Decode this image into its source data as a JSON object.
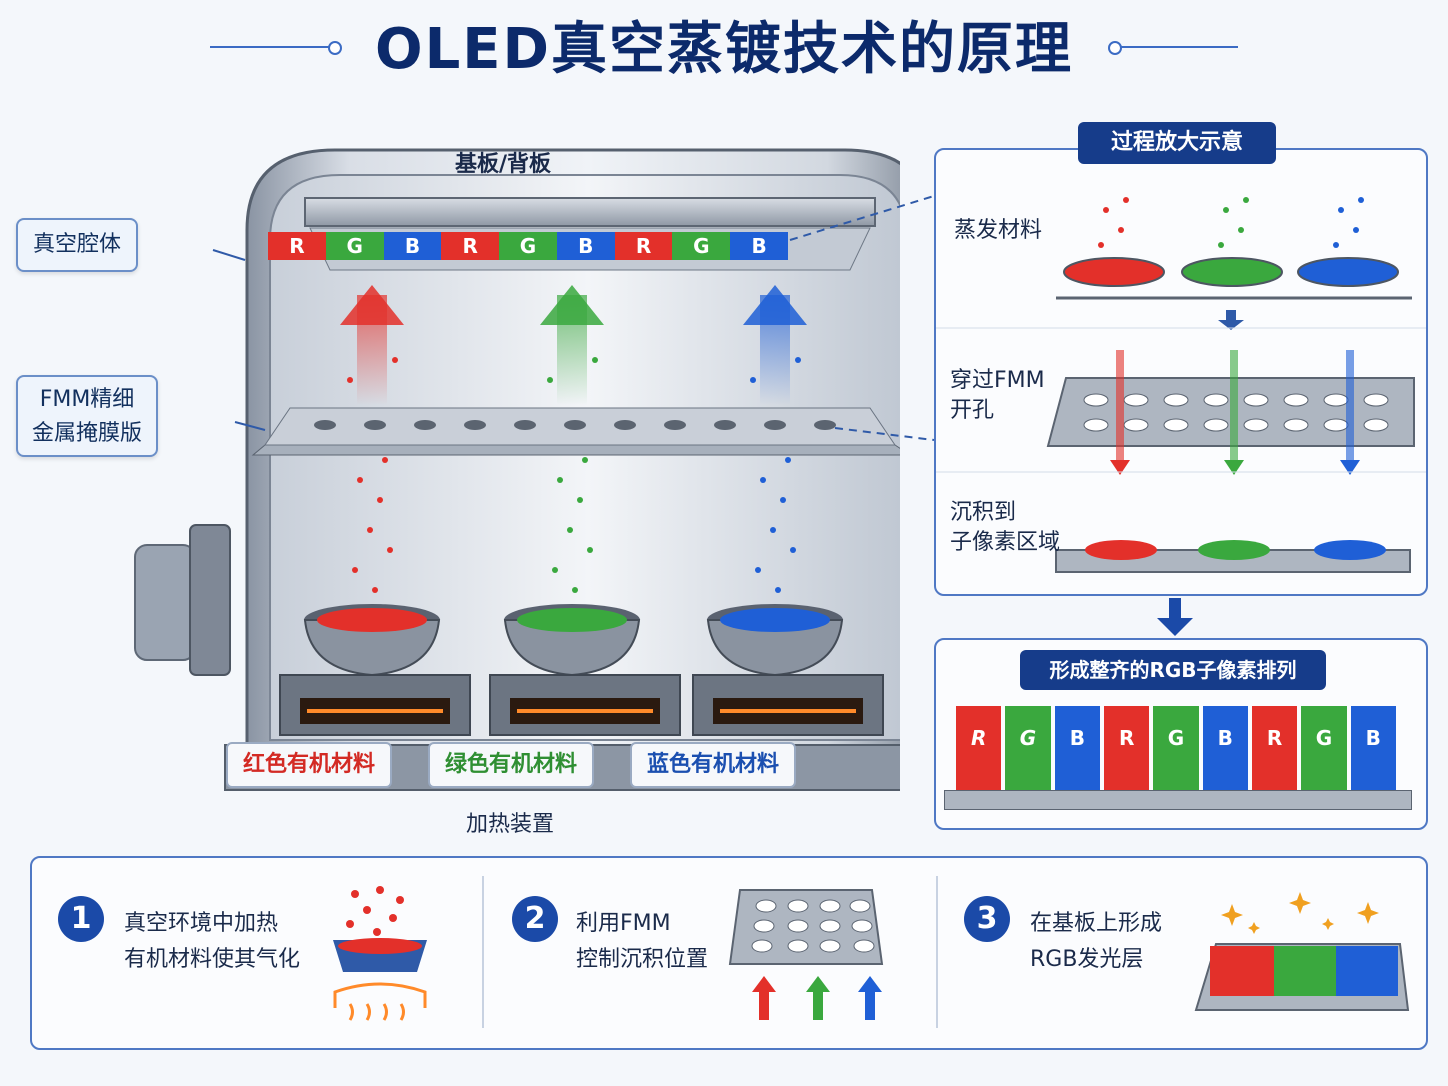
{
  "title": "OLED真空蒸镀技术的原理",
  "chamber": {
    "substrate_label": "基板/背板",
    "pixel_letters": [
      "R",
      "G",
      "B",
      "R",
      "G",
      "B",
      "R",
      "G",
      "B"
    ],
    "vacuum_label": "真空腔体",
    "fmm_label_line1": "FMM精细",
    "fmm_label_line2": "金属掩膜版",
    "materials": [
      "红色有机材料",
      "绿色有机材料",
      "蓝色有机材料"
    ],
    "heater_label": "加热装置"
  },
  "process_panel": {
    "title": "过程放大示意",
    "row1": "蒸发材料",
    "row2_line1": "穿过FMM",
    "row2_line2": "开孔",
    "row3_line1": "沉积到",
    "row3_line2": "子像素区域"
  },
  "result_panel": {
    "title": "形成整齐的RGB子像素排列",
    "letters": [
      "R",
      "G",
      "B",
      "R",
      "G",
      "B",
      "R",
      "G",
      "B"
    ]
  },
  "steps": [
    {
      "num": "1",
      "line1": "真空环境中加热",
      "line2": "有机材料使其气化"
    },
    {
      "num": "2",
      "line1": "利用FMM",
      "line2": "控制沉积位置"
    },
    {
      "num": "3",
      "line1": "在基板上形成",
      "line2": "RGB发光层"
    }
  ],
  "colors": {
    "red": "#e3302a",
    "green": "#3aa83e",
    "blue": "#1f5fd6",
    "navy": "#0c2a6b"
  }
}
